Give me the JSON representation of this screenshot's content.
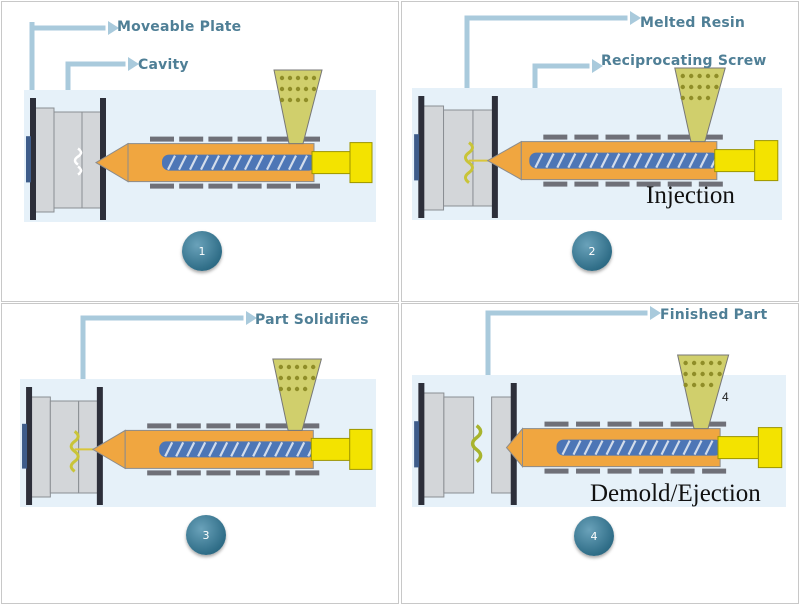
{
  "panels": [
    {
      "badge": "1",
      "callouts": [
        "Moveable Plate",
        "Cavity"
      ],
      "title": "",
      "corner_label": "",
      "mold_open": false,
      "fill": "none"
    },
    {
      "badge": "2",
      "callouts": [
        "Melted Resin",
        "Reciprocating Screw"
      ],
      "title": "Injection",
      "corner_label": "",
      "mold_open": false,
      "fill": "resin"
    },
    {
      "badge": "3",
      "callouts": [
        "Part Solidifies"
      ],
      "title": "",
      "corner_label": "",
      "mold_open": false,
      "fill": "solid"
    },
    {
      "badge": "4",
      "callouts": [
        "Finished Part"
      ],
      "title": "Demold/Ejection",
      "corner_label": "4",
      "mold_open": true,
      "fill": "part"
    }
  ],
  "colors": {
    "callout_text": "#4f7f96",
    "arrow": "#a9cadc",
    "backdrop": "#e6f1f9",
    "mold": "#d3d6d9",
    "platen": "#2d2f3a",
    "barrel": "#f0a640",
    "screw": "#4d76b6",
    "ram": "#f3e300",
    "hopper_granules": "#c8c24a",
    "heater_band": "#6f7078"
  }
}
